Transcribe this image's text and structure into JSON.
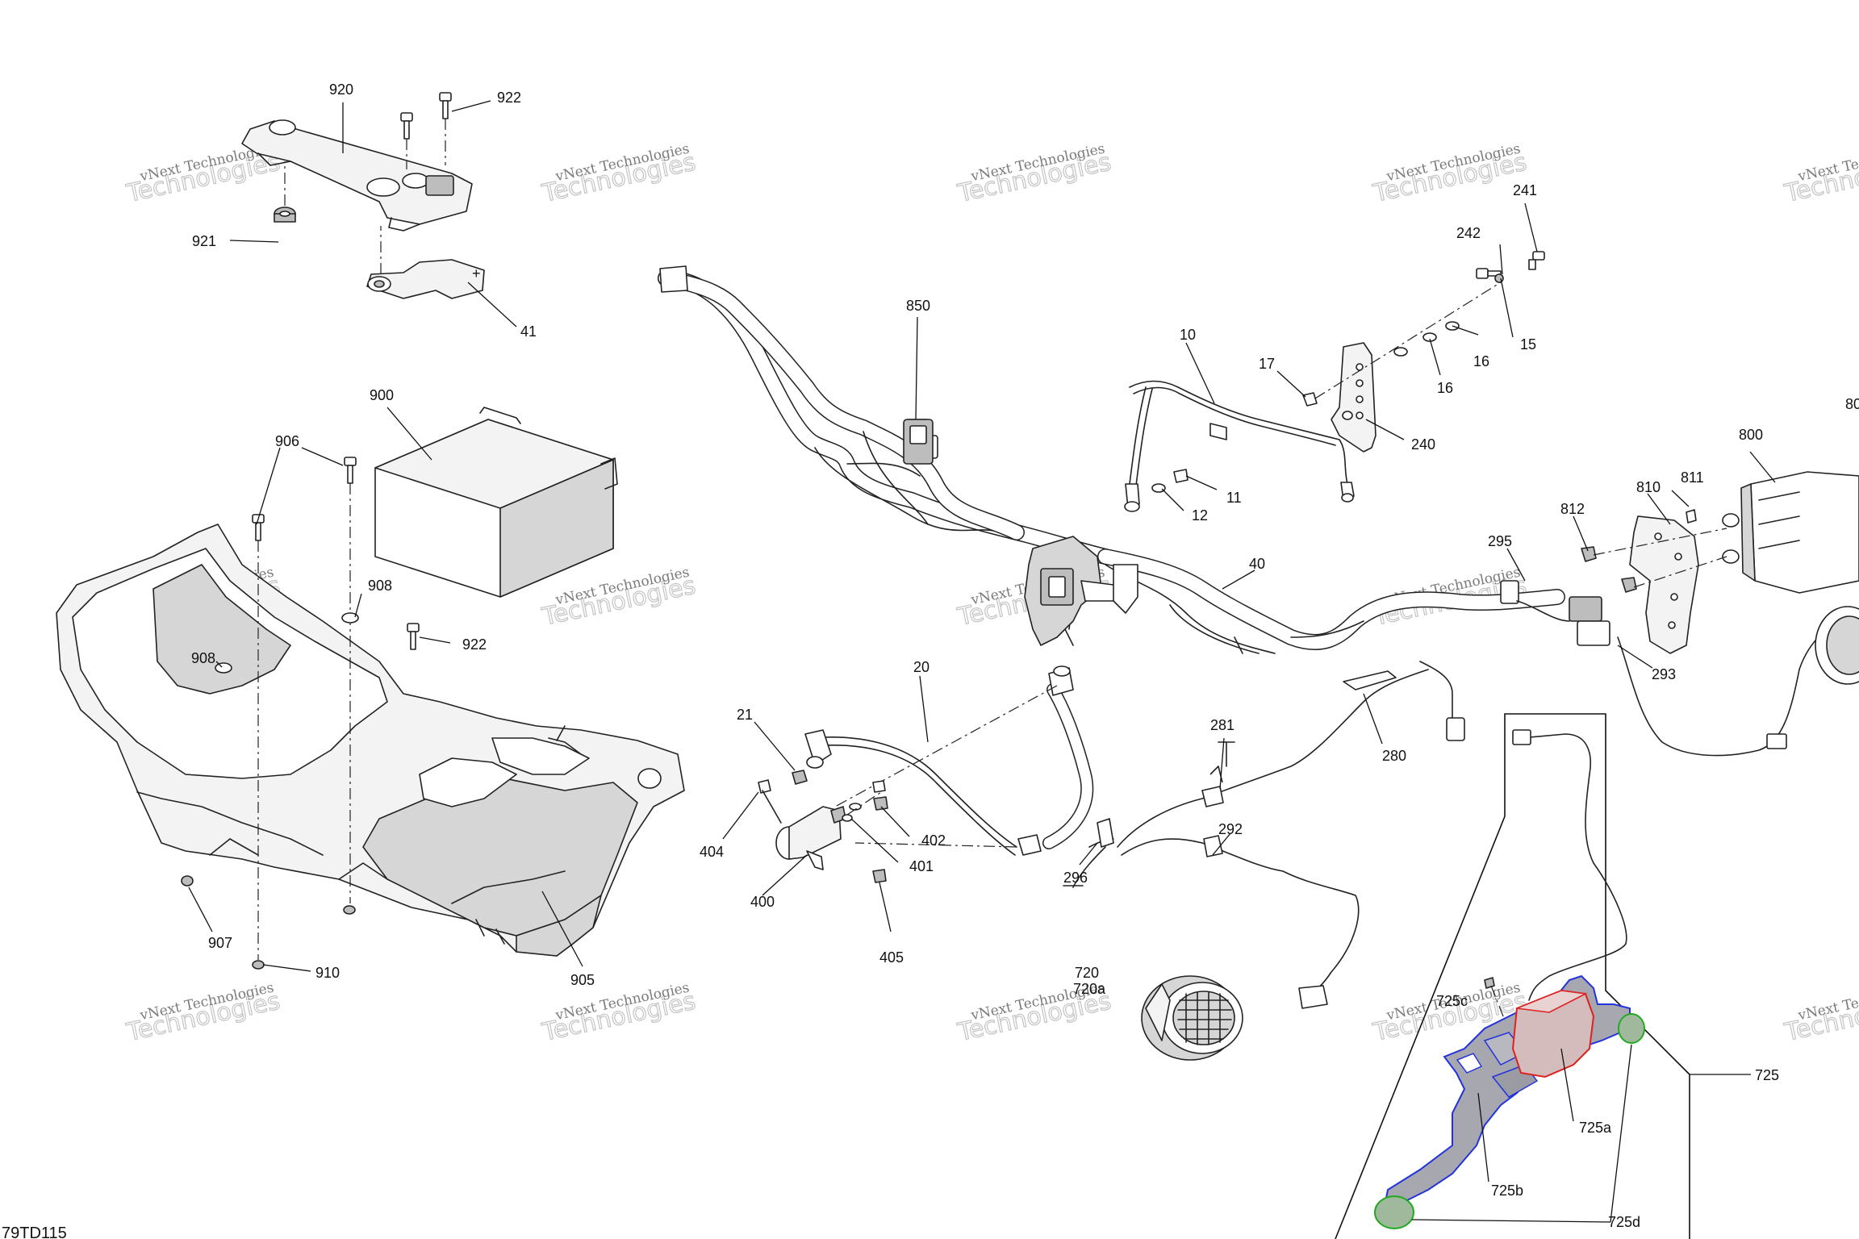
{
  "figure_code": "79TD115",
  "watermark": {
    "line1": "vNext Technologies",
    "line2": "Technologies"
  },
  "callouts": {
    "c920": "920",
    "c922a": "922",
    "c921": "921",
    "c41": "41",
    "c900": "900",
    "c906": "906",
    "c908a": "908",
    "c908b": "908",
    "c922b": "922",
    "c907": "907",
    "c910": "910",
    "c905": "905",
    "c850": "850",
    "c10": "10",
    "c17": "17",
    "c242": "242",
    "c241": "241",
    "c15": "15",
    "c16a": "16",
    "c16b": "16",
    "c240": "240",
    "c11": "11",
    "c12": "12",
    "c40": "40",
    "c800": "800",
    "c80x": "80",
    "c811": "811",
    "c810": "810",
    "c812": "812",
    "c295": "295",
    "c293": "293",
    "c20": "20",
    "c21": "21",
    "c404": "404",
    "c402": "402",
    "c401": "401",
    "c400": "400",
    "c405": "405",
    "c281": "281",
    "c280": "280",
    "c292": "292",
    "c296": "296",
    "c720": "720",
    "c720a": "720a",
    "c725c": "725c",
    "c725": "725",
    "c725a": "725a",
    "c725b": "725b",
    "c725d": "725d"
  },
  "highlight_colors": {
    "bracket_725b": "#2233dd",
    "cover_725a": "#dd2222",
    "pads_725d": "#22aa22"
  }
}
